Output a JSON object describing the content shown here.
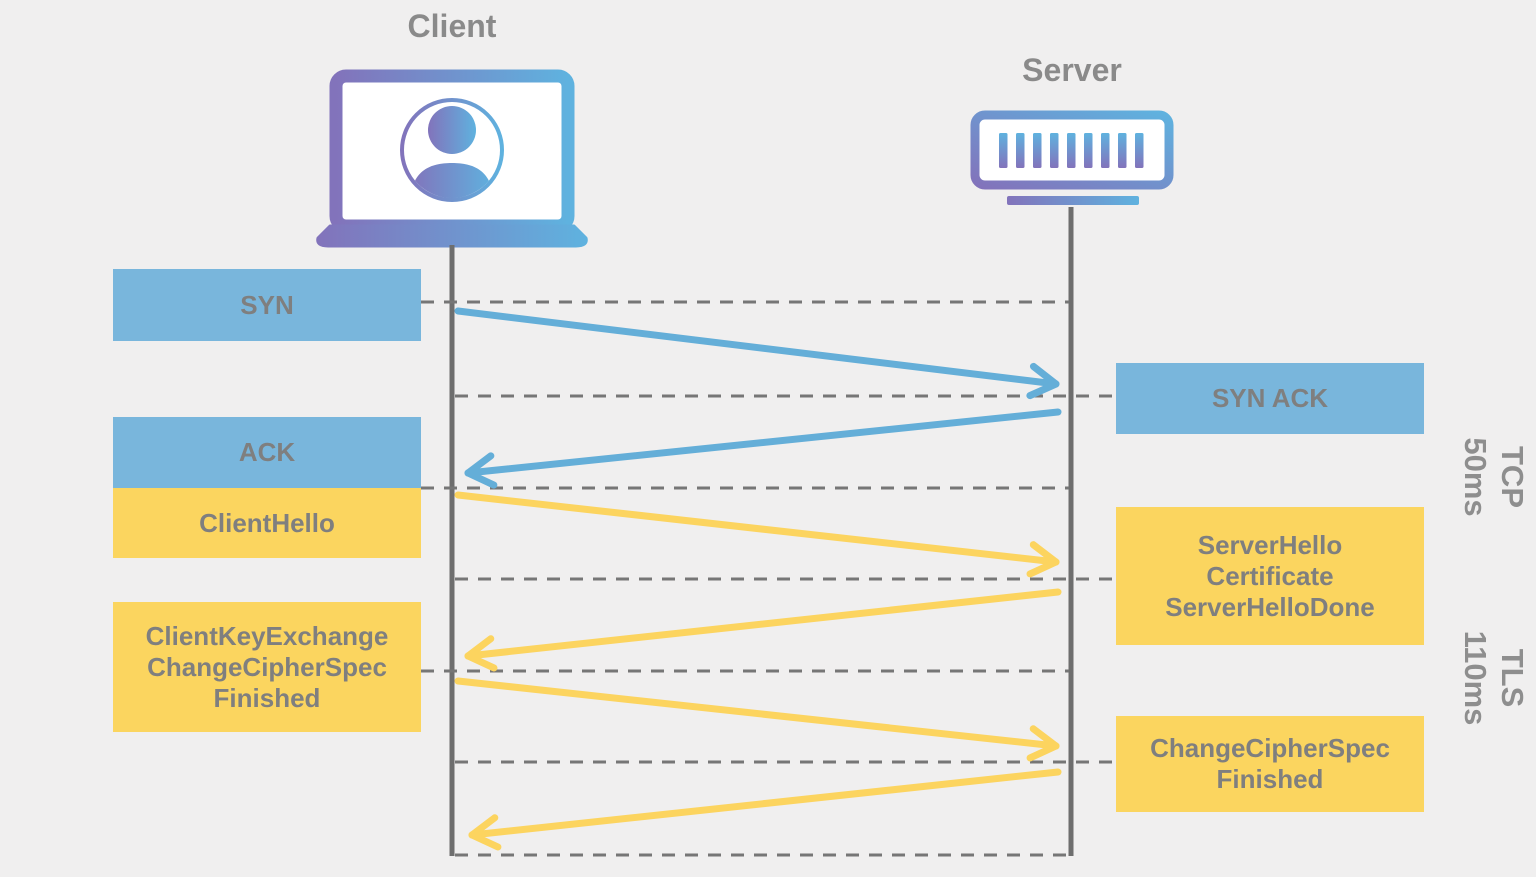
{
  "actors": {
    "client": {
      "label": "Client",
      "icon": "laptop-user-icon"
    },
    "server": {
      "label": "Server",
      "icon": "server-rack-icon"
    }
  },
  "boxes": {
    "syn": {
      "side": "client",
      "color": "blue",
      "lines": [
        "SYN"
      ]
    },
    "syn_ack": {
      "side": "server",
      "color": "blue",
      "lines": [
        "SYN ACK"
      ]
    },
    "ack": {
      "side": "client",
      "color": "blue",
      "lines": [
        "ACK"
      ]
    },
    "client_hello": {
      "side": "client",
      "color": "yellow",
      "lines": [
        "ClientHello"
      ]
    },
    "server_hello": {
      "side": "server",
      "color": "yellow",
      "lines": [
        "ServerHello",
        "Certificate",
        "ServerHelloDone"
      ]
    },
    "client_key_exchange": {
      "side": "client",
      "color": "yellow",
      "lines": [
        "ClientKeyExchange",
        "ChangeCipherSpec",
        "Finished"
      ]
    },
    "change_cipher_spec": {
      "side": "server",
      "color": "yellow",
      "lines": [
        "ChangeCipherSpec",
        "Finished"
      ]
    }
  },
  "arrows": [
    {
      "from": "client",
      "to": "server",
      "protocol": "TCP",
      "color": "blue"
    },
    {
      "from": "server",
      "to": "client",
      "protocol": "TCP",
      "color": "blue"
    },
    {
      "from": "client",
      "to": "server",
      "protocol": "TLS",
      "color": "yellow"
    },
    {
      "from": "server",
      "to": "client",
      "protocol": "TLS",
      "color": "yellow"
    },
    {
      "from": "client",
      "to": "server",
      "protocol": "TLS",
      "color": "yellow"
    },
    {
      "from": "server",
      "to": "client",
      "protocol": "TLS",
      "color": "yellow"
    }
  ],
  "phases": {
    "tcp": {
      "name": "TCP",
      "duration": "50ms"
    },
    "tls": {
      "name": "TLS",
      "duration": "110ms"
    }
  },
  "colors": {
    "background": "#F0EFEF",
    "tcp_box_blue": "#79B6DC",
    "tcp_arrow_blue": "#64AED8",
    "tls_box_yellow": "#FBD55F",
    "tls_arrow_yellow": "#FCD45F",
    "label_gray": "#7F7F7F",
    "actor_label_gray": "#8A8A8A",
    "lifeline_gray": "#6E6E6E",
    "dashed_line_gray": "#767676",
    "icon_gradient_purple": "#8273BB",
    "icon_gradient_blue": "#5FB2DF"
  }
}
